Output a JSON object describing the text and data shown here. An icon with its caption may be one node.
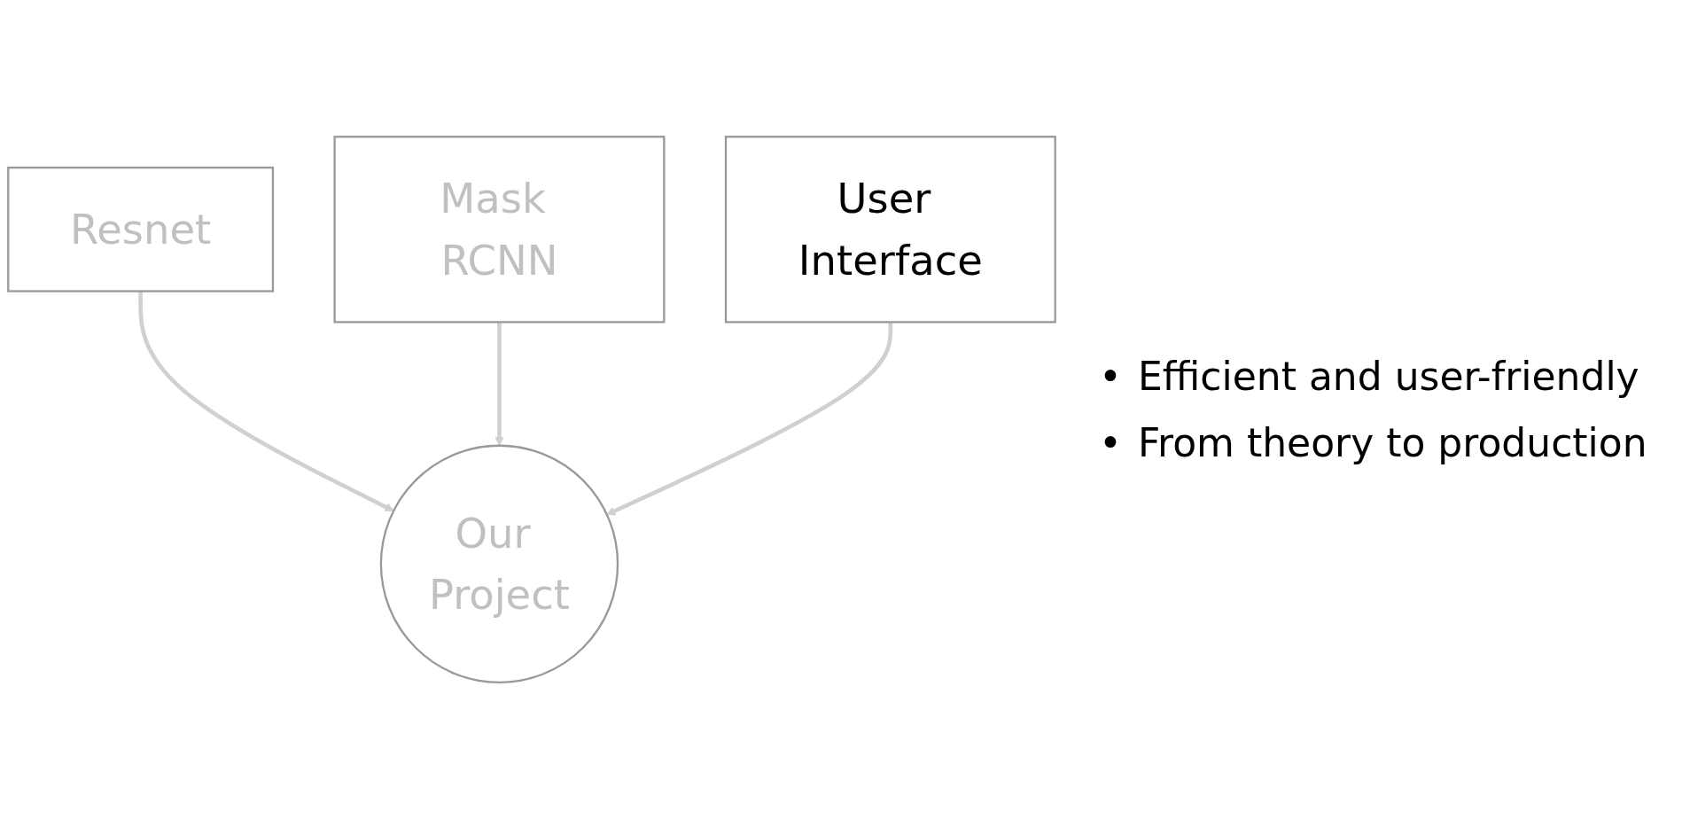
{
  "diagram": {
    "nodes": [
      {
        "text": [
          "Resnet"
        ]
      },
      {
        "text": [
          "Mask RCNN"
        ]
      },
      {
        "text": [
          "User Interface"
        ]
      },
      {
        "text": [
          "Our Project"
        ]
      }
    ],
    "edges": [
      {
        "from": 0,
        "to": 3,
        "arrow": "to"
      },
      {
        "from": 1,
        "to": 3,
        "arrow": "to"
      },
      {
        "from": 2,
        "to": 3,
        "arrow": "to"
      }
    ],
    "labels": [
      "•",
      "Efficient and user-friendly",
      "•",
      "From theory to production"
    ]
  }
}
